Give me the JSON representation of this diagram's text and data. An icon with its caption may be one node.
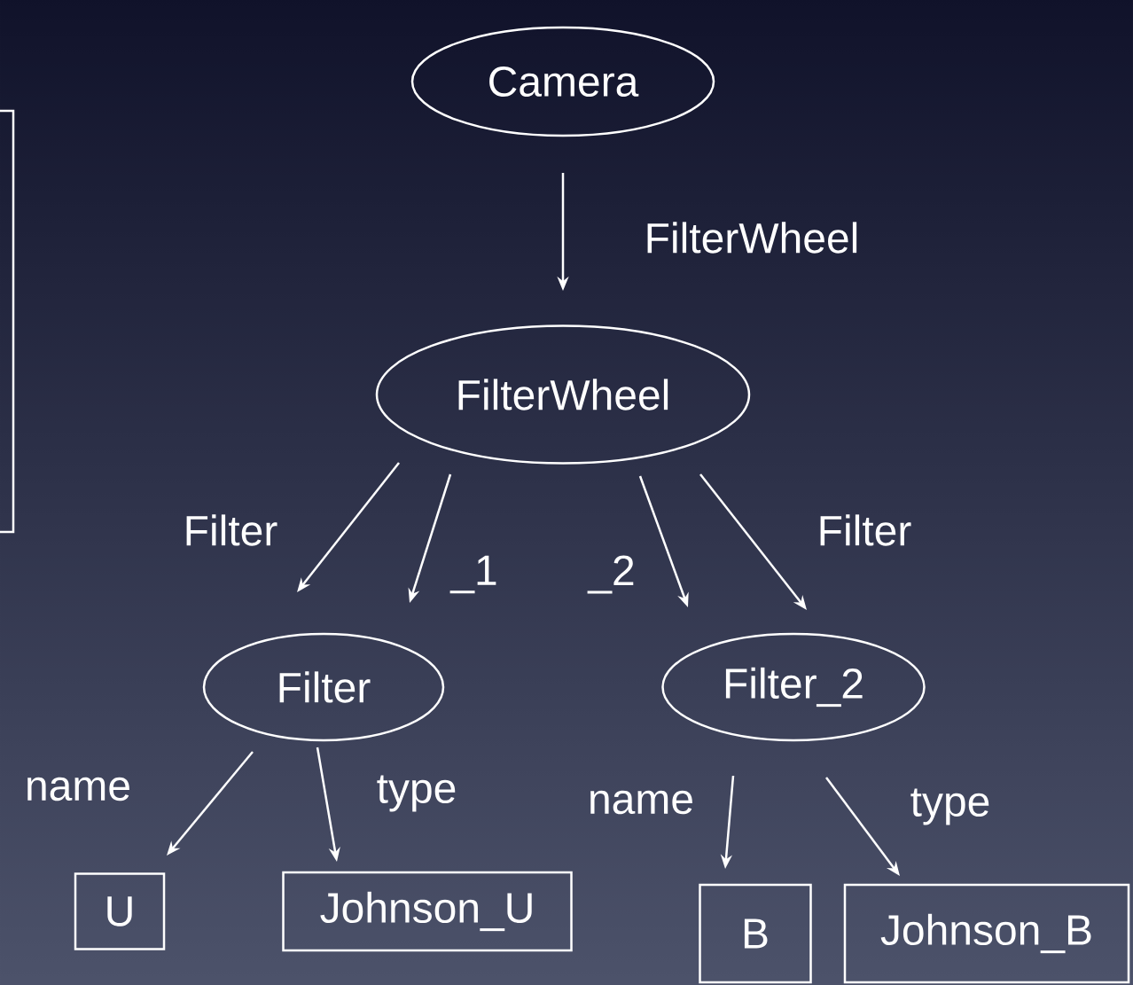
{
  "diagram": {
    "nodes": [
      {
        "text": [
          "Camera"
        ]
      },
      {
        "text": [
          "FilterWheel"
        ]
      },
      {
        "text": [
          "Filter"
        ]
      },
      {
        "text": [
          "Filter_2"
        ]
      },
      {
        "text": [
          "U"
        ]
      },
      {
        "text": [
          "Johnson_U"
        ]
      },
      {
        "text": [
          "B"
        ]
      },
      {
        "text": [
          "Johnson_B"
        ]
      }
    ],
    "edges": [
      {
        "from": 0,
        "to": 1,
        "arrow": "to",
        "label": "FilterWheel"
      },
      {
        "from": 1,
        "to": 2,
        "arrow": "to",
        "label": "Filter"
      },
      {
        "from": 1,
        "to": 2,
        "arrow": "to",
        "label": "_1"
      },
      {
        "from": 1,
        "to": 3,
        "arrow": "to",
        "label": "_2"
      },
      {
        "from": 1,
        "to": 3,
        "arrow": "to",
        "label": "Filter"
      },
      {
        "from": 2,
        "to": 4,
        "arrow": "to",
        "label": "name"
      },
      {
        "from": 2,
        "to": 5,
        "arrow": "to",
        "label": "type"
      },
      {
        "from": 3,
        "to": 6,
        "arrow": "to",
        "label": "name"
      },
      {
        "from": 3,
        "to": 7,
        "arrow": "to",
        "label": "type"
      }
    ]
  }
}
